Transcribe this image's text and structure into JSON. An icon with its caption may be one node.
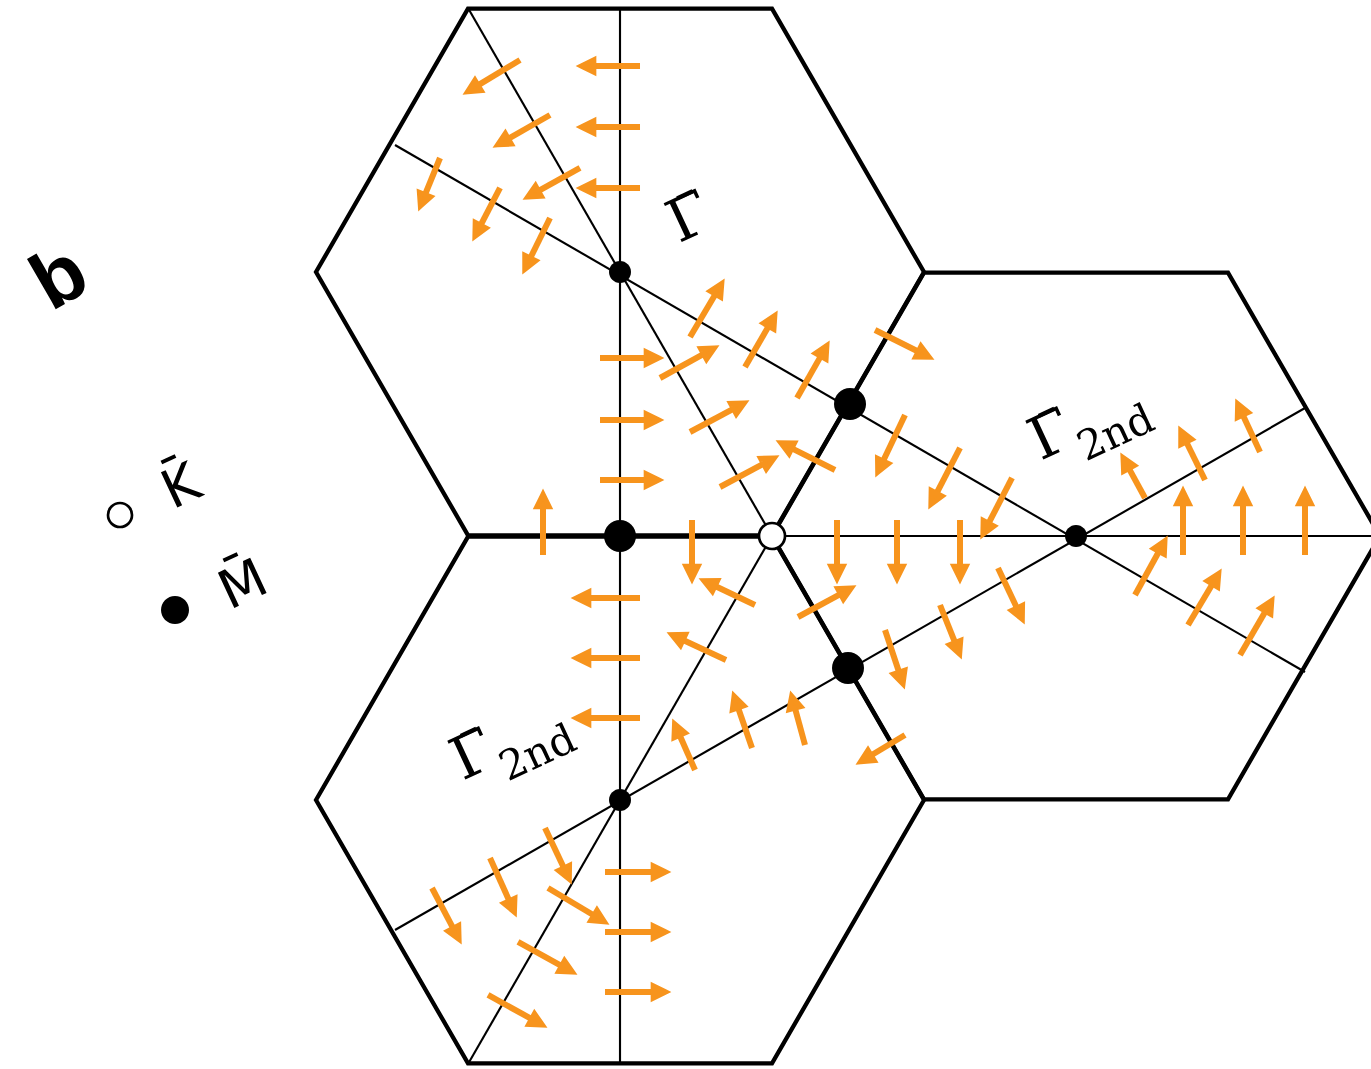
{
  "diagram": {
    "labels": [
      "b",
      "Γ̄",
      "Γ̄$_{2nd}$",
      "Γ̄$_{2nd}$"
    ],
    "legend": [
      {
        "text": "K̄"
      },
      {
        "text": "M̄"
      }
    ]
  }
}
